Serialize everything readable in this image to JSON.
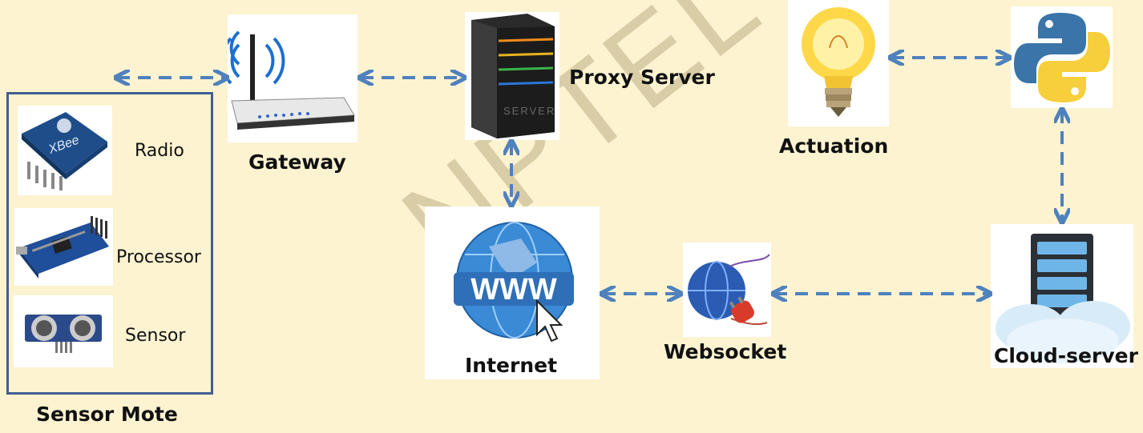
{
  "watermark": "NPTEL",
  "mote": {
    "title": "Sensor Mote",
    "items": [
      {
        "label": "Radio",
        "icon": "xbee-radio-icon"
      },
      {
        "label": "Processor",
        "icon": "arduino-board-icon"
      },
      {
        "label": "Sensor",
        "icon": "ultrasonic-sensor-icon"
      }
    ]
  },
  "nodes": {
    "gateway": "Gateway",
    "proxy": "Proxy Server",
    "internet": "Internet",
    "websocket": "Websocket",
    "actuation": "Actuation",
    "cloud": "Cloud-server"
  },
  "internet_badge": "WWW",
  "server_text": "SERVER",
  "colors": {
    "background": "#fdf3d1",
    "arrow": "#4f81bd",
    "mote_border": "#3f5f8f"
  }
}
